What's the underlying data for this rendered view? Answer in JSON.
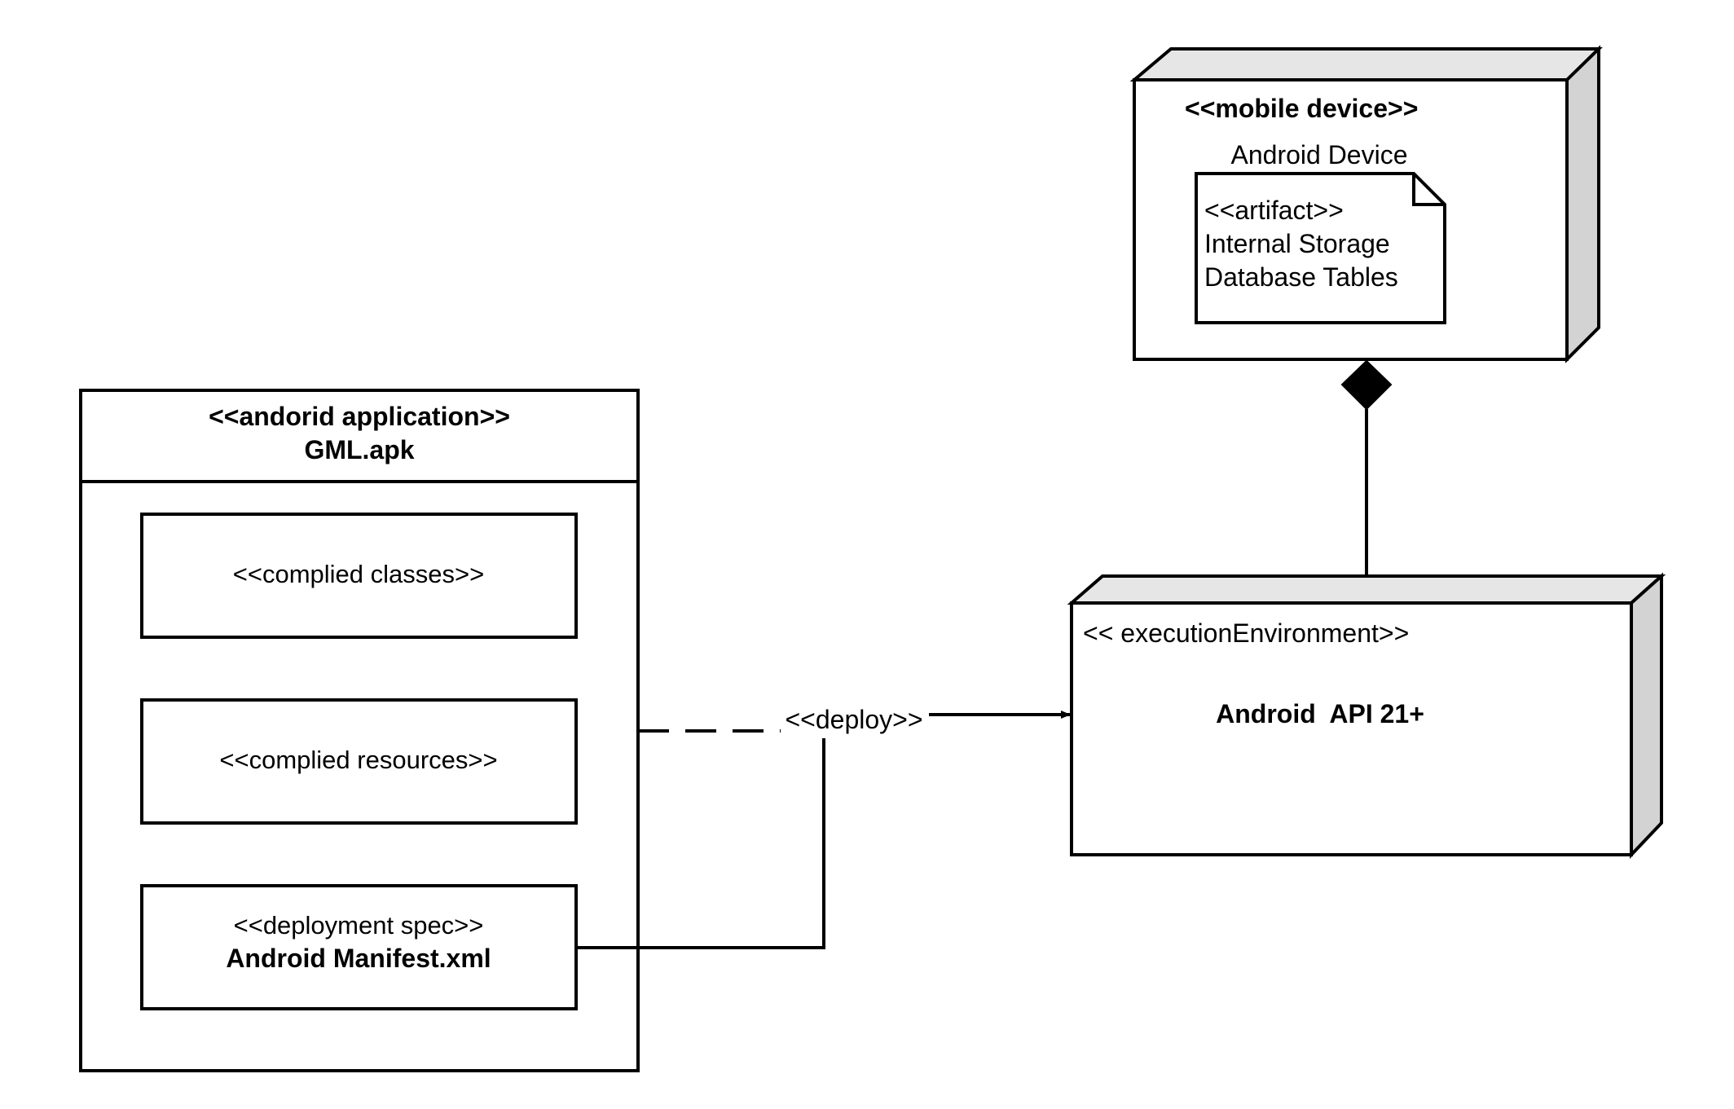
{
  "android_app": {
    "stereotype": "<<andorid application>>",
    "name": "GML.apk",
    "compiled_classes": "<<complied classes>>",
    "compiled_resources": "<<complied resources>>",
    "deployment_spec_stereotype": "<<deployment spec>>",
    "deployment_spec_name": "Android Manifest.xml"
  },
  "deploy_label": "<<deploy>>",
  "mobile_device": {
    "stereotype": "<<mobile device>>",
    "name": "Android Device",
    "artifact": {
      "stereotype": "<<artifact>>",
      "line1": "Internal Storage",
      "line2": "Database Tables"
    }
  },
  "execution_environment": {
    "stereotype": "<< executionEnvironment>>",
    "name": "Android  API 21+"
  },
  "colors": {
    "stroke": "#000000",
    "side_face": "#d3d3d3",
    "top_face": "#e6e6e6",
    "background": "#ffffff"
  }
}
